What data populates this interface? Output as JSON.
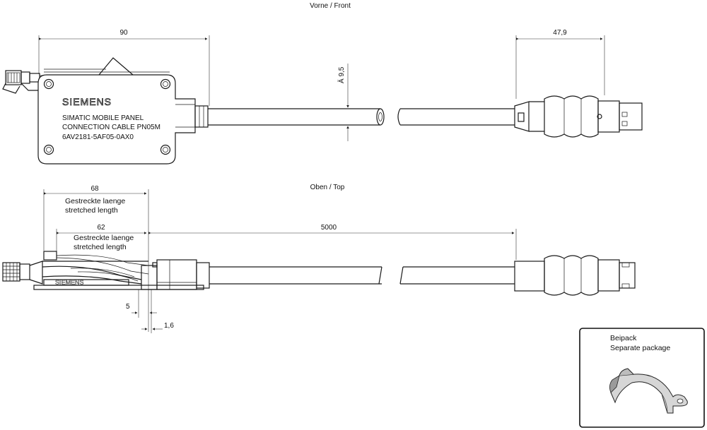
{
  "views": {
    "front_title": "Vorne / Front",
    "top_title": "Oben / Top"
  },
  "front": {
    "brand": "SIEMENS",
    "label_line1": "SIMATIC MOBILE PANEL",
    "label_line2": "CONNECTION CABLE PN05M",
    "label_line3": "6AV2181-5AF05-0AX0",
    "dim_width": "90",
    "dim_cable_dia": "Ä  9,5",
    "dim_plug": "47,9"
  },
  "top": {
    "dim_68": "68",
    "stretched_de_1": "Gestreckte laenge",
    "stretched_en_1": "stretched length",
    "dim_62": "62",
    "stretched_de_2": "Gestreckte laenge",
    "stretched_en_2": "stretched length",
    "dim_5000": "5000",
    "dim_5": "5",
    "dim_1_6": "1,6"
  },
  "package": {
    "title_de": "Beipack",
    "title_en": "Separate package"
  }
}
